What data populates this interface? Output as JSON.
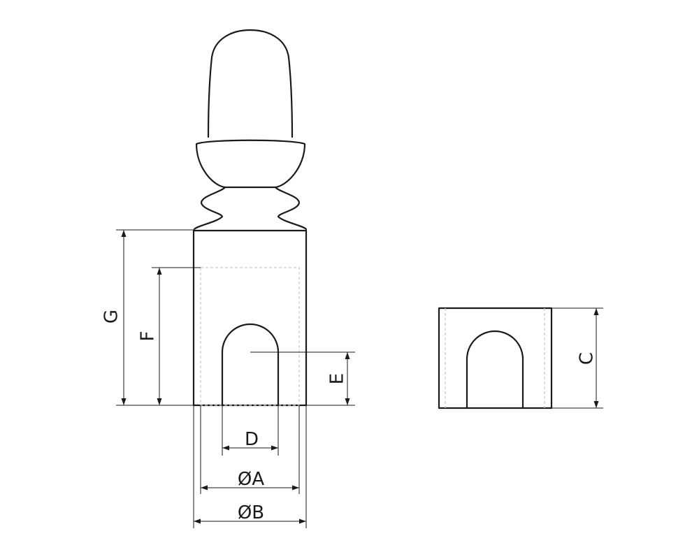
{
  "labels": {
    "G": "G",
    "F": "F",
    "E": "E",
    "D": "D",
    "A": "ØA",
    "B": "ØB",
    "C": "C"
  }
}
